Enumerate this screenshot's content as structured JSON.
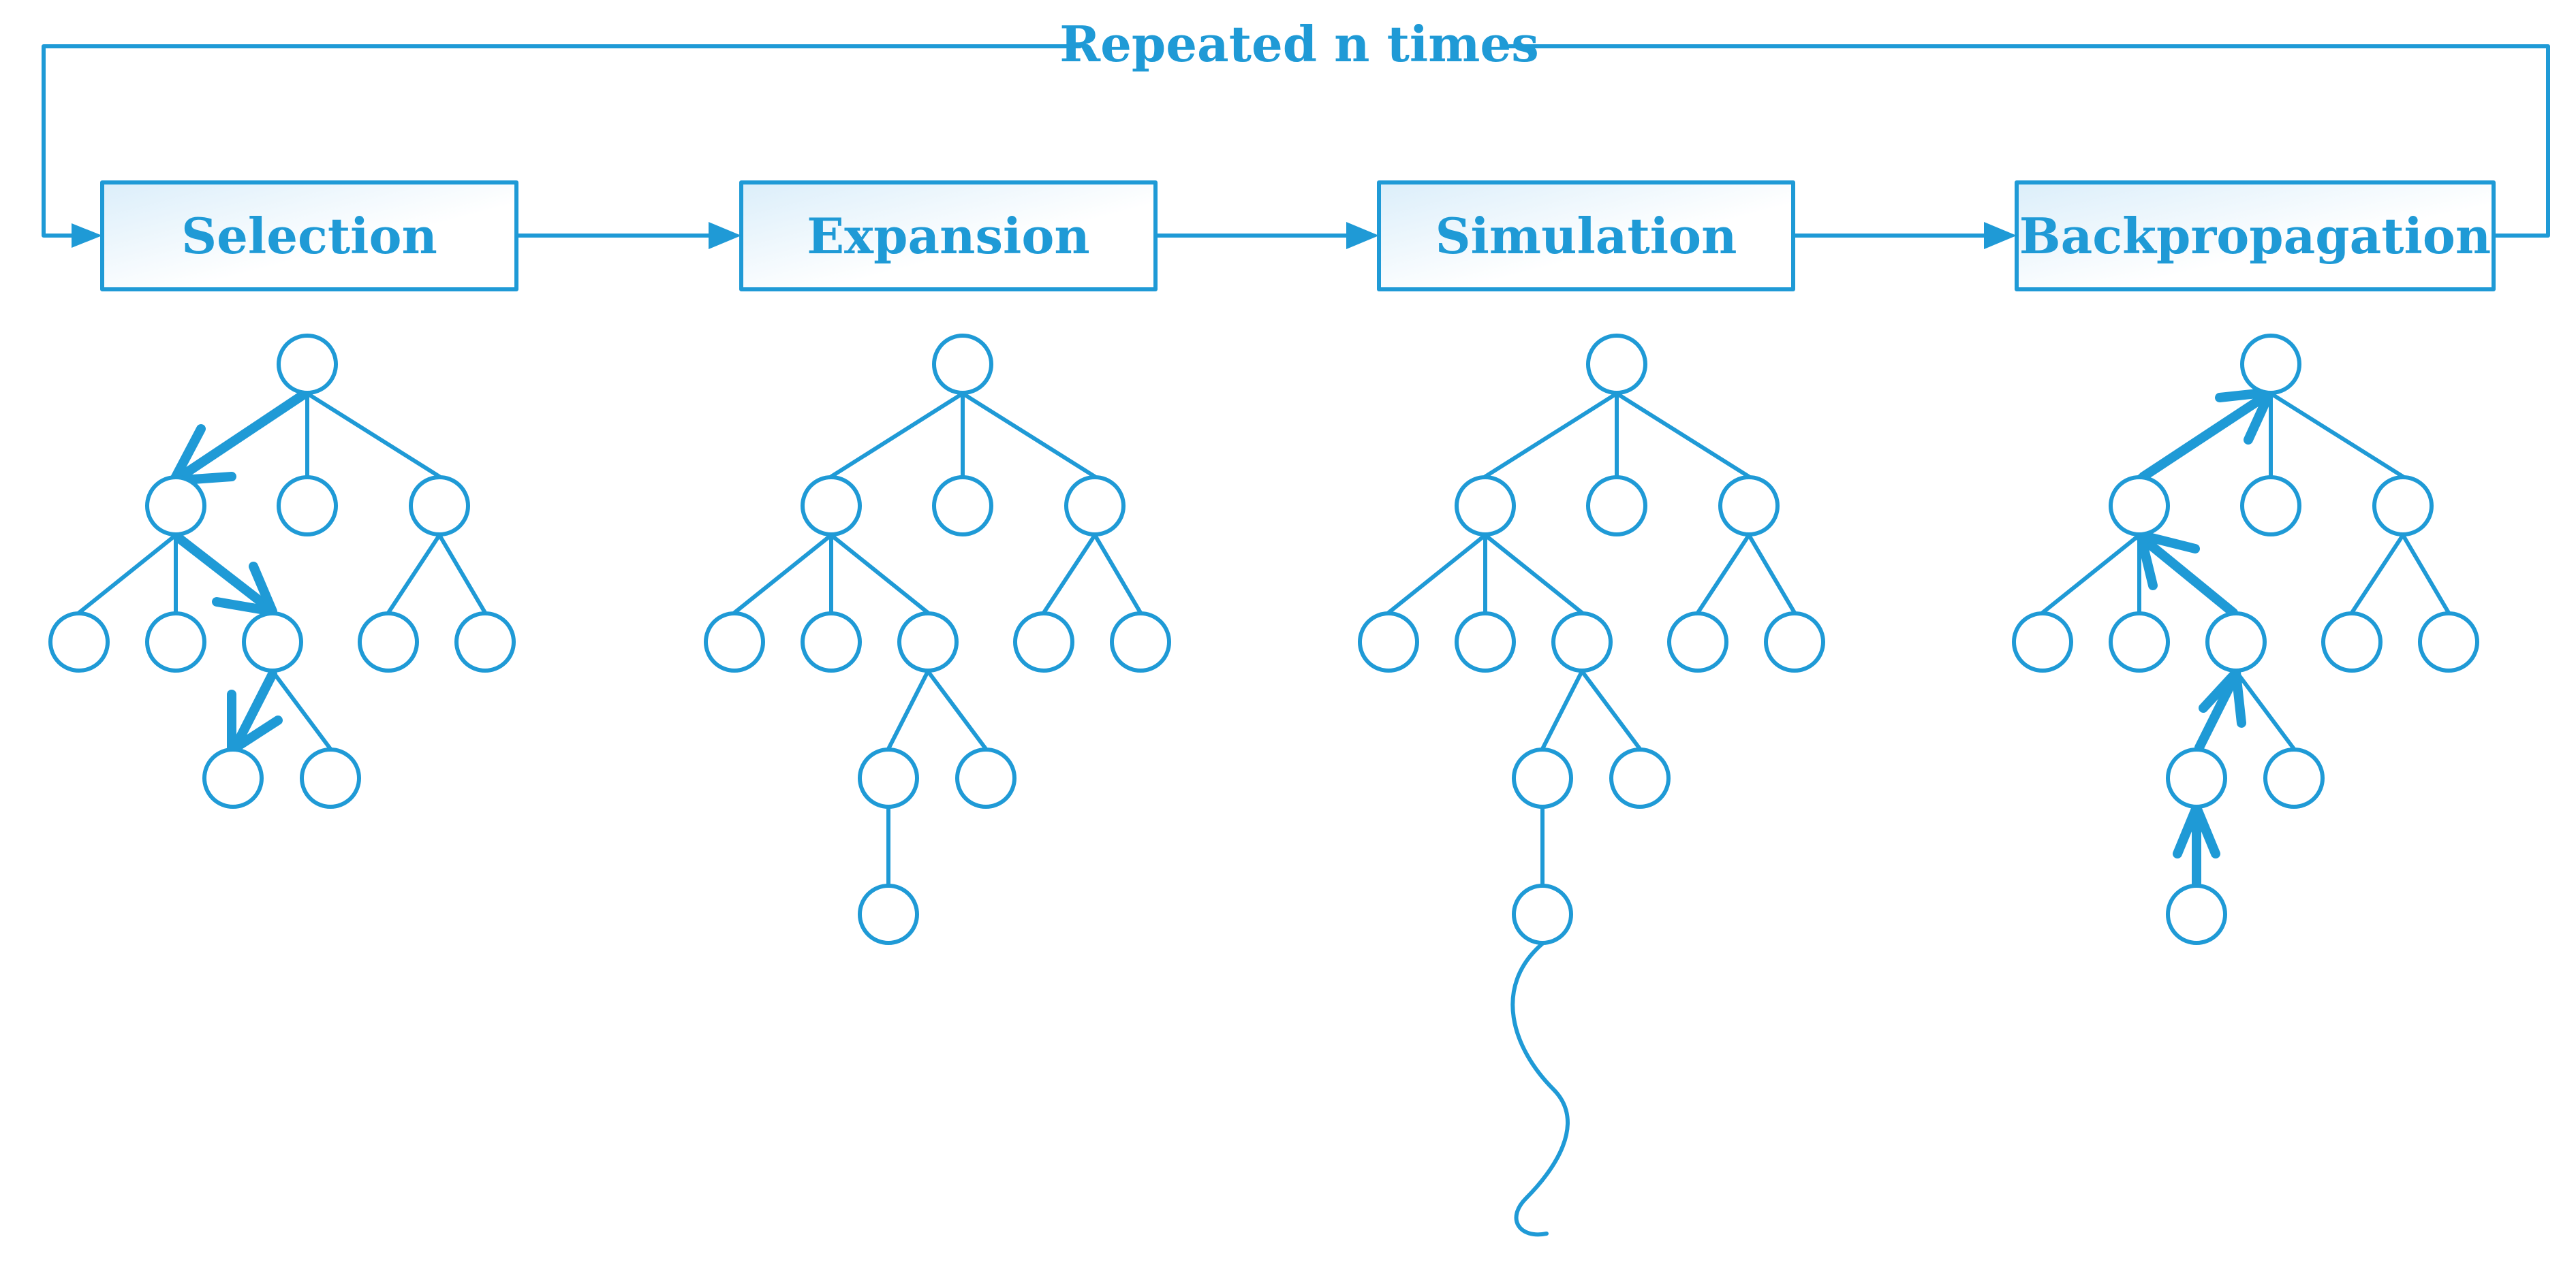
{
  "loop_label": "Repeated n times",
  "stages": [
    {
      "label": "Selection"
    },
    {
      "label": "Expansion"
    },
    {
      "label": "Simulation"
    },
    {
      "label": "Backpropagation"
    }
  ],
  "colors": {
    "primary": "#1f9ad6",
    "box_gradient_start": "#dbeefa",
    "box_gradient_end": "#ffffff",
    "background": "#ffffff"
  }
}
